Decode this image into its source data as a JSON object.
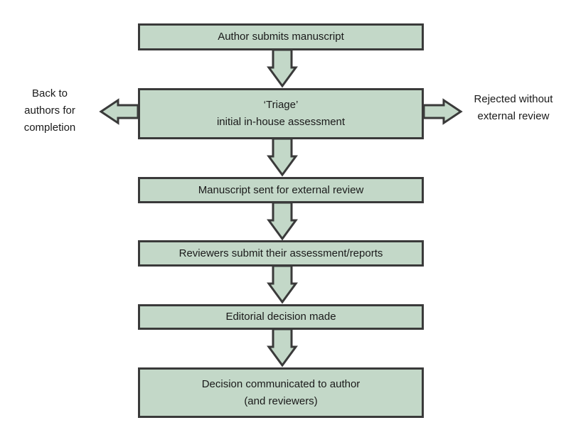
{
  "boxes": {
    "submit": "Author submits manuscript",
    "triage_line1": "‘Triage’",
    "triage_line2": "initial in-house assessment",
    "external": "Manuscript sent for external review",
    "reviewers": "Reviewers submit their assessment/reports",
    "editorial": "Editorial decision made",
    "decision_line1": "Decision communicated to author",
    "decision_line2": "(and reviewers)"
  },
  "side_left": {
    "line1": "Back to",
    "line2": "authors for",
    "line3": "completion"
  },
  "side_right": {
    "line1": "Rejected without",
    "line2": "external review"
  },
  "colors": {
    "box_fill": "#c3d8c8",
    "stroke": "#3a3a3a",
    "arrow_fill": "#c3d8c8"
  }
}
